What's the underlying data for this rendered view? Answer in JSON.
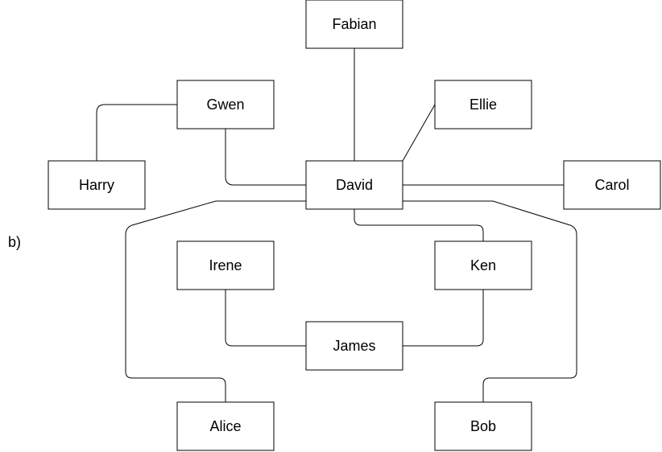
{
  "caption": "b)",
  "nodes": {
    "fabian": "Fabian",
    "gwen": "Gwen",
    "ellie": "Ellie",
    "harry": "Harry",
    "david": "David",
    "carol": "Carol",
    "irene": "Irene",
    "ken": "Ken",
    "james": "James",
    "alice": "Alice",
    "bob": "Bob"
  },
  "edges": [
    [
      "david",
      "fabian"
    ],
    [
      "david",
      "ellie"
    ],
    [
      "david",
      "gwen"
    ],
    [
      "gwen",
      "harry"
    ],
    [
      "david",
      "carol"
    ],
    [
      "david",
      "ken"
    ],
    [
      "david",
      "alice"
    ],
    [
      "david",
      "bob"
    ],
    [
      "james",
      "irene"
    ],
    [
      "james",
      "ken"
    ]
  ]
}
